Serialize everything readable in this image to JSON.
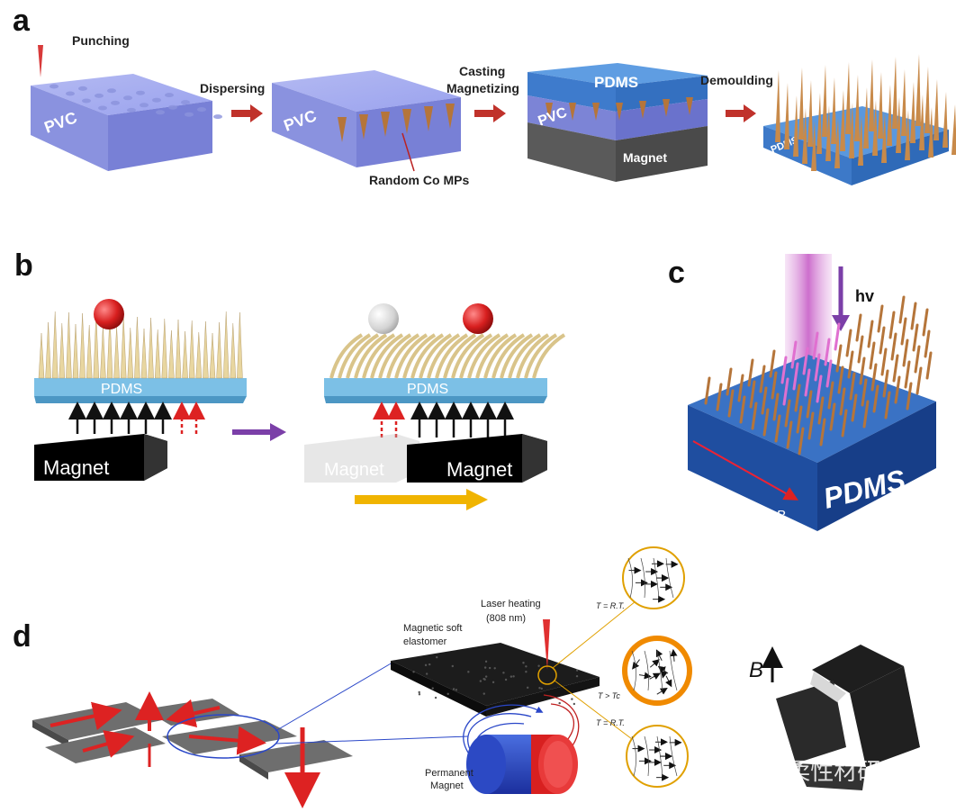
{
  "panels": {
    "a": {
      "label": "a",
      "steps": [
        "Punching",
        "Dispersing",
        "Casting",
        "Magnetizing",
        "Demoulding"
      ],
      "materials": {
        "pvc": "PVC",
        "pdms": "PDMS",
        "magnet": "Magnet"
      },
      "annotation": "Random  Co MPs"
    },
    "b": {
      "label": "b",
      "pdms": "PDMS",
      "magnet": "Magnet"
    },
    "c": {
      "label": "c",
      "light": "hv",
      "pdms": "PDMS",
      "field": "B"
    },
    "d": {
      "label": "d",
      "laser": "Laser heating",
      "wavelength": "(808 nm)",
      "elastomer_line1": "Magnetic soft",
      "elastomer_line2": "elastomer",
      "magnet_line1": "Permanent",
      "magnet_line2": "Magnet",
      "temps": [
        "T = R.T.",
        "T > Tc",
        "T = R.T."
      ],
      "field": "B"
    }
  },
  "watermark": "知乎 @柔性材研",
  "colors": {
    "pvc": "#8d96e6",
    "pdms": "#4f86c9",
    "needle": "#c88a4a",
    "arrow_red": "#c0322b",
    "arrow_purple": "#7b3fa8",
    "arrow_yellow": "#f0b400",
    "beam": "#c75fc7"
  }
}
